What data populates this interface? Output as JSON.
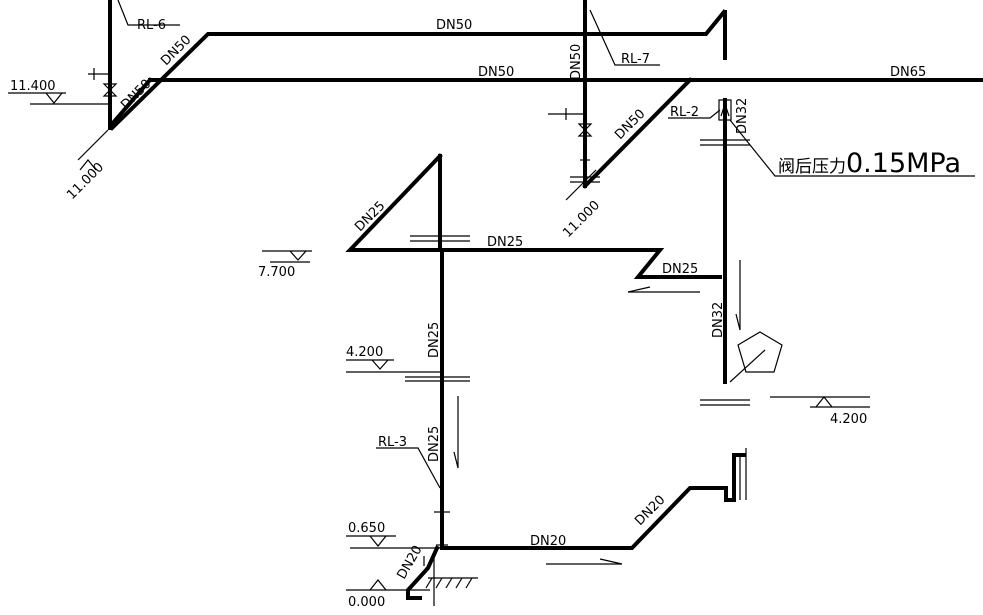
{
  "pipe_sizes": {
    "dn50": "DN50",
    "dn65": "DN65",
    "dn32": "DN32",
    "dn25": "DN25",
    "dn20": "DN20"
  },
  "risers": {
    "rl6": "RL-6",
    "rl7": "RL-7",
    "rl2": "RL-2",
    "rl3": "RL-3"
  },
  "elevations": {
    "e11400": "11.400",
    "e11000": "11.000",
    "e7700": "7.700",
    "e4200": "4.200",
    "e0650": "0.650",
    "e0000": "0.000"
  },
  "note": {
    "prefix": "阀后压力",
    "value": "0.15MPa"
  }
}
